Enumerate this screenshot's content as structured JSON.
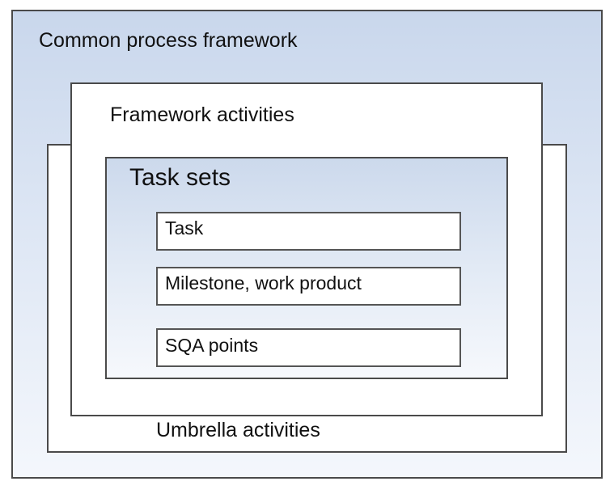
{
  "diagram": {
    "common_process_framework": "Common process framework",
    "framework_activities": "Framework activities",
    "umbrella_activities": "Umbrella activities",
    "task_sets": {
      "title": "Task sets",
      "items": [
        "Task",
        "Milestone, work product",
        "SQA points"
      ]
    }
  }
}
